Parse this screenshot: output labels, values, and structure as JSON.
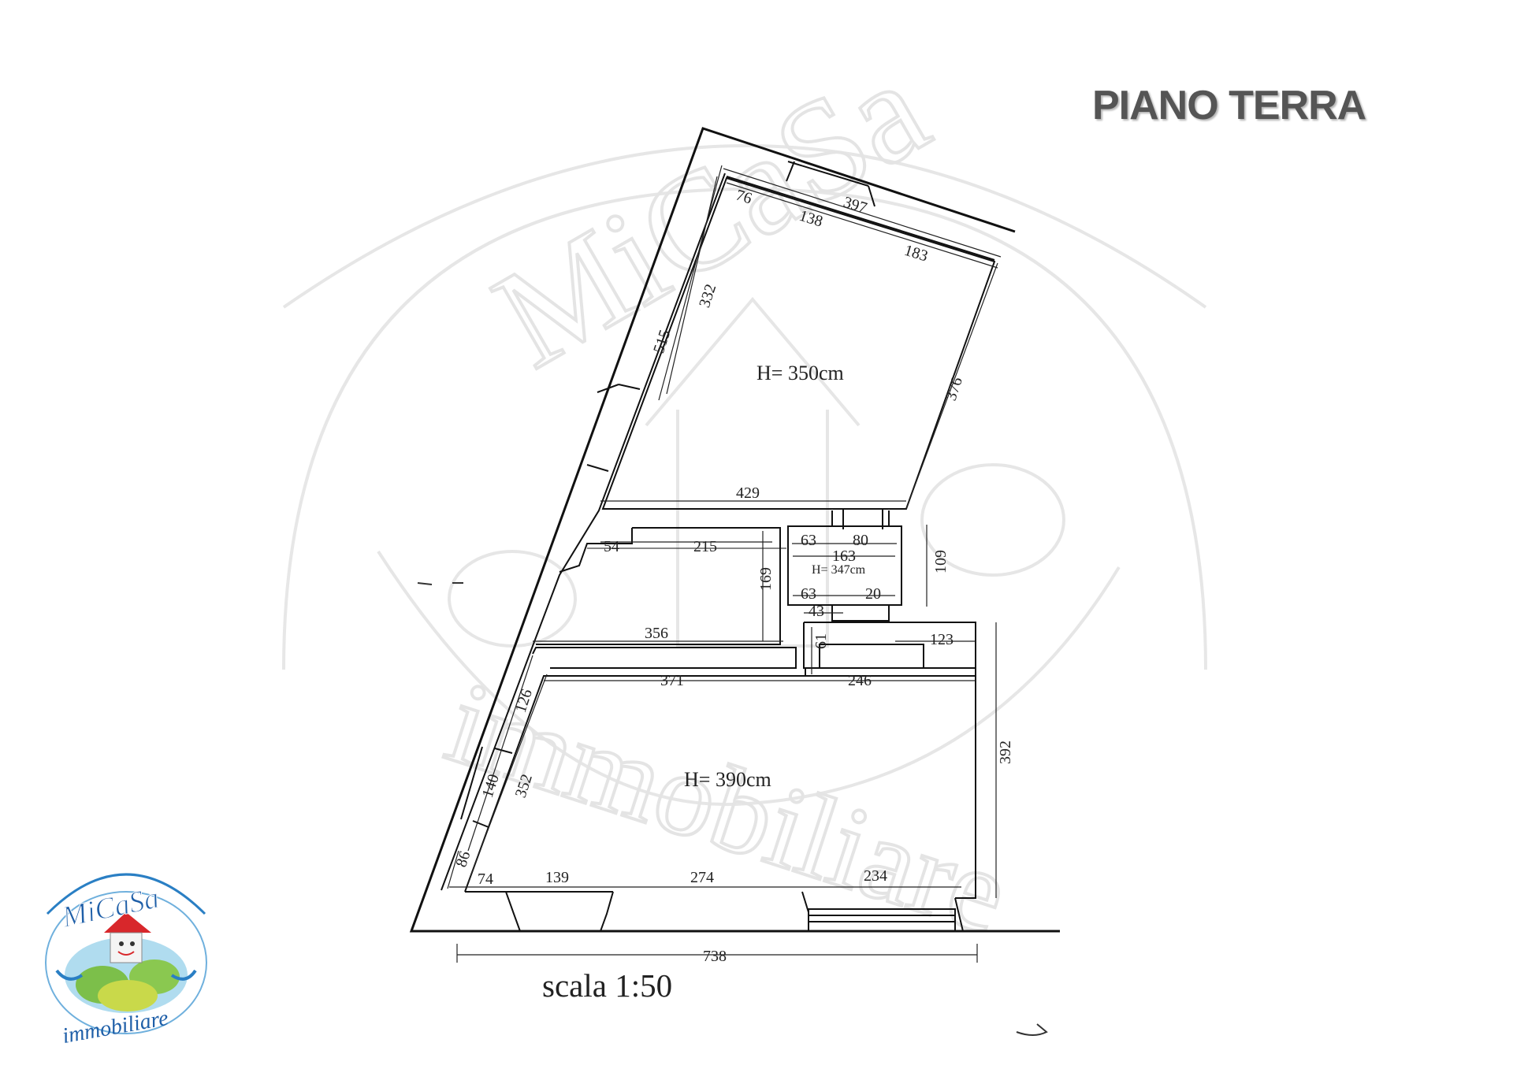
{
  "header": {
    "title": "PIANO TERRA"
  },
  "footer": {
    "scale": "scala 1:50"
  },
  "rooms": {
    "upper_height": "H= 350cm",
    "middle_height": "H= 347cm",
    "lower_height": "H= 390cm"
  },
  "dimensions": {
    "d397": "397",
    "d76": "76",
    "d138": "138",
    "d183": "183",
    "d332": "332",
    "d515": "515",
    "d376": "376",
    "d429": "429",
    "d54": "54",
    "d215": "215",
    "d63a": "63",
    "d80": "80",
    "d163": "163",
    "d109": "109",
    "d169": "169",
    "d63b": "63",
    "d20": "20",
    "d43": "43",
    "d356": "356",
    "d61": "61",
    "d123": "123",
    "d371": "371",
    "d246": "246",
    "d126": "126",
    "d392": "392",
    "d140": "140",
    "d352": "352",
    "d86": "86",
    "d74": "74",
    "d139": "139",
    "d274": "274",
    "d234": "234",
    "d738": "738"
  },
  "watermark": {
    "brand": "MiCaSa",
    "subtitle": "immobiliare"
  },
  "logo": {
    "brand": "MiCaSa",
    "subtitle": "immobiliare"
  }
}
